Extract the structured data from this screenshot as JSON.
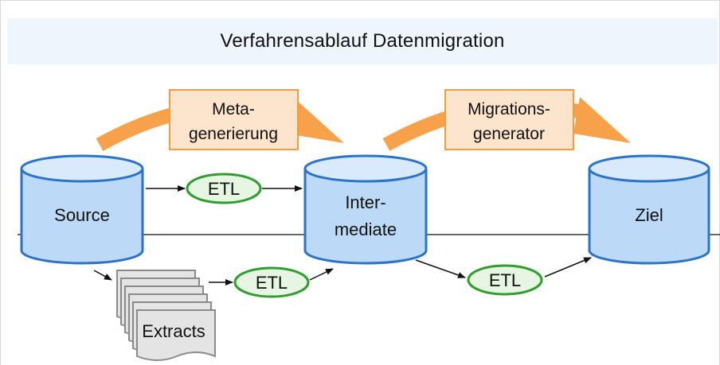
{
  "diagram": {
    "title": "Verfahrensablauf Datenmigration",
    "databases": {
      "source": "Source",
      "intermediate_line1": "Inter-",
      "intermediate_line2": "mediate",
      "target": "Ziel"
    },
    "processes": {
      "meta_line1": "Meta-",
      "meta_line2": "generierung",
      "migration_line1": "Migrations-",
      "migration_line2": "generator"
    },
    "etl": {
      "top": "ETL",
      "bottom_left": "ETL",
      "bottom_right": "ETL"
    },
    "extracts": "Extracts",
    "colors": {
      "db_fill": "#bcd9f7",
      "db_top": "#d8eafc",
      "db_stroke": "#2a73c9",
      "process_fill": "#fde4cc",
      "process_stroke": "#f39b3d",
      "curved_arrow": "#f7a24b",
      "etl_fill": "#e6f6e3",
      "etl_stroke": "#2f9e2f",
      "doc_fill": "#e4e4e4",
      "doc_stroke": "#8a8a8a",
      "header_bg": "#eef5fc"
    }
  }
}
